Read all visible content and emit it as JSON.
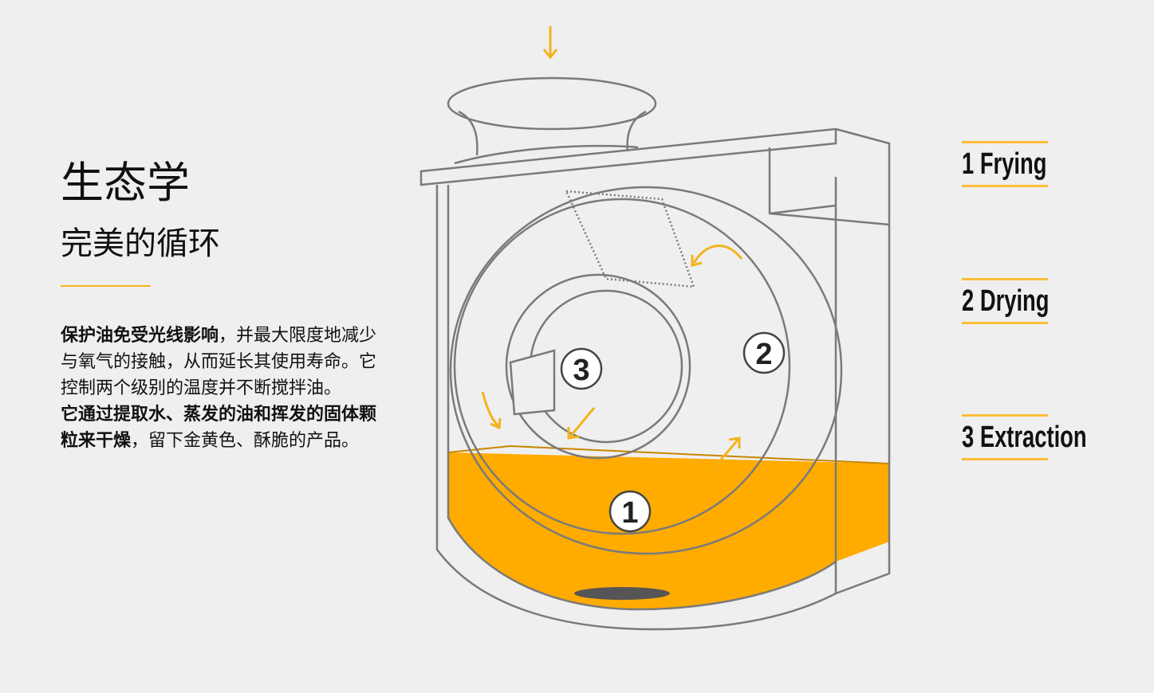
{
  "heading": {
    "title": "生态学",
    "subtitle": "完美的循环"
  },
  "description": {
    "p1_bold": "保护油免受光线影响",
    "p1_rest": "，并最大限度地减少与氧气的接触，从而延长其使用寿命。它控制两个级别的温度并不断搅拌油。",
    "p2_bold": "它通过提取水、蒸发的油和挥发的固体颗粒来干燥",
    "p2_rest": "，留下金黄色、酥脆的产品。"
  },
  "diagram": {
    "marker_1": "1",
    "marker_2": "2",
    "marker_3": "3"
  },
  "steps": [
    {
      "label": "1 Frying"
    },
    {
      "label": "2 Drying"
    },
    {
      "label": "3 Extraction"
    }
  ],
  "colors": {
    "accent": "#fbbd37",
    "oil": "#ffab00",
    "outline": "#7a7a7a"
  }
}
